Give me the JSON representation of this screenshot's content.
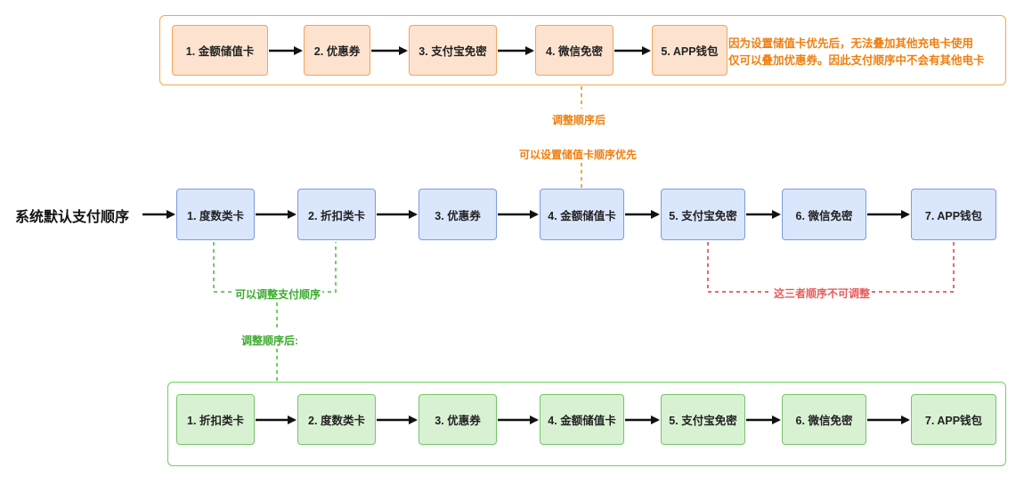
{
  "title": "系统默认支付顺序",
  "top_group": {
    "steps": [
      "1. 金额储值卡",
      "2. 优惠券",
      "3. 支付宝免密",
      "4. 微信免密",
      "5. APP钱包"
    ],
    "note_lines": [
      "因为设置储值卡优先后，无法叠加其他充电卡使用",
      "仅可以叠加优惠券。因此支付顺序中不会有其他电卡"
    ]
  },
  "default_steps": [
    "1. 度数类卡",
    "2. 折扣类卡",
    "3. 优惠券",
    "4. 金额储值卡",
    "5. 支付宝免密",
    "6. 微信免密",
    "7. APP钱包"
  ],
  "bottom_group": {
    "steps": [
      "1. 折扣类卡",
      "2. 度数类卡",
      "3. 优惠券",
      "4. 金额储值卡",
      "5. 支付宝免密",
      "6. 微信免密",
      "7. APP钱包"
    ]
  },
  "annotations": {
    "orange_after": "调整顺序后",
    "orange_priority": "可以设置储值卡顺序优先",
    "green_adjust": "可以调整支付顺序",
    "green_after": "调整顺序后:",
    "red_fixed": "这三者顺序不可调整"
  },
  "colors": {
    "orange": "#f07f0f",
    "blue": "#7b9ce0",
    "green": "#3aaa2c",
    "red": "#e85b5b"
  }
}
